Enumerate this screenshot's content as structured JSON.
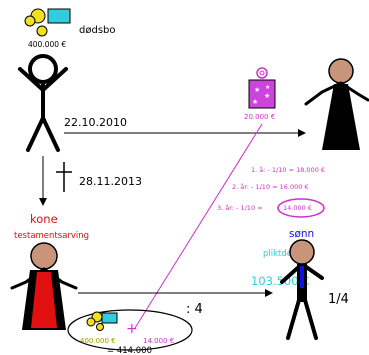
{
  "estate": {
    "label": "dødsbo",
    "value": "400.000 €"
  },
  "gift": {
    "date": "22.10.2010",
    "value": "20.000 €"
  },
  "death": {
    "date": "28.11.2013"
  },
  "wife": {
    "title": "kone",
    "subtitle": "testamentsarving"
  },
  "son": {
    "title": "sønn",
    "fraction": "1/4",
    "forced_share_label": "pliktdel",
    "forced_share_value": "103.500 €"
  },
  "deductions": {
    "year1": "1. å: - 1/10 = 18.000 €",
    "year2_prefix": "2. år: - 1/10 = 16.000 €",
    "year3_prefix": "3. år: - 1/10 =",
    "year3_value": "14.000 €"
  },
  "calc": {
    "divisor": ": 4",
    "estate_part": "400.000 €",
    "plus": "+",
    "gift_part": "14.000 €",
    "total": "= 414.000"
  },
  "colors": {
    "cyan": "#33ccdd",
    "yellow": "#f0e020",
    "magenta": "#cc33cc",
    "red": "#e01010",
    "blue": "#1010e0",
    "olive": "#999900",
    "skin": "#c8957a",
    "gift_box": "#cc44dd"
  }
}
